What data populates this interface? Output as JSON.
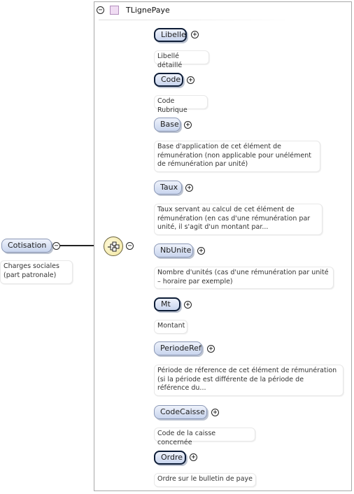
{
  "type": {
    "name": "TLignePaye"
  },
  "root": {
    "label": "Cotisation",
    "doc_line1": "Charges sociales",
    "doc_line2": "(part patronale)"
  },
  "elements": [
    {
      "label": "Libelle",
      "doc": [
        "Libellé détaillé"
      ]
    },
    {
      "label": "Code",
      "doc": [
        "Code Rubrique"
      ]
    },
    {
      "label": "Base",
      "doc": [
        "Base d'application de cet élément de",
        "rémunération (non applicable pour unélément",
        "de rémunération par unité)"
      ]
    },
    {
      "label": "Taux",
      "doc": [
        "Taux servant au calcul de cet élément de",
        "rémunération (en cas d'une rémunération par",
        "unité, il s'agit d'un montant par..."
      ]
    },
    {
      "label": "NbUnite",
      "doc": [
        "Nombre d'unités (cas d'une rémunération par unité",
        "– horaire par exemple)"
      ]
    },
    {
      "label": "Mt",
      "doc": [
        "Montant"
      ]
    },
    {
      "label": "PeriodeRef",
      "doc": [
        "Période de réference de cet élément de rémunération",
        "(si la période est différente de la période de",
        "référence du..."
      ]
    },
    {
      "label": "CodeCaisse",
      "doc": [
        "Code de la caisse concernée"
      ]
    },
    {
      "label": "Ordre",
      "doc": [
        "Ordre sur le bulletin de paye"
      ]
    }
  ],
  "icons": {
    "expand": "+",
    "collapse": "−",
    "sequence": "sequence-compositor-icon",
    "type": "complex-type-icon"
  }
}
